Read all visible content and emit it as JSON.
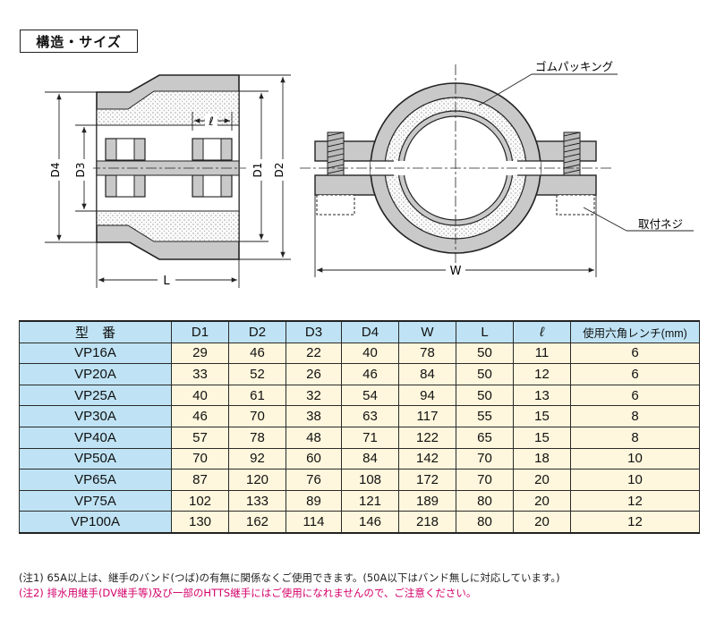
{
  "section": {
    "title": "構造・サイズ"
  },
  "diagram": {
    "dims_left": {
      "d4": "D4",
      "d3": "D3",
      "d1": "D1",
      "d2": "D2",
      "ell": "ℓ",
      "l": "L"
    },
    "labels_right": {
      "packing": "ゴムパッキング",
      "screw": "取付ネジ",
      "w": "W"
    }
  },
  "table": {
    "headers": [
      "型　番",
      "D1",
      "D2",
      "D3",
      "D4",
      "W",
      "L",
      "ℓ",
      "使用六角レンチ(mm)"
    ],
    "rows": [
      [
        "VP16A",
        "29",
        "46",
        "22",
        "40",
        "78",
        "50",
        "11",
        "6"
      ],
      [
        "VP20A",
        "33",
        "52",
        "26",
        "46",
        "84",
        "50",
        "12",
        "6"
      ],
      [
        "VP25A",
        "40",
        "61",
        "32",
        "54",
        "94",
        "50",
        "13",
        "6"
      ],
      [
        "VP30A",
        "46",
        "70",
        "38",
        "63",
        "117",
        "55",
        "15",
        "8"
      ],
      [
        "VP40A",
        "57",
        "78",
        "48",
        "71",
        "122",
        "65",
        "15",
        "8"
      ],
      [
        "VP50A",
        "70",
        "92",
        "60",
        "84",
        "142",
        "70",
        "18",
        "10"
      ],
      [
        "VP65A",
        "87",
        "120",
        "76",
        "108",
        "172",
        "70",
        "20",
        "10"
      ],
      [
        "VP75A",
        "102",
        "133",
        "89",
        "121",
        "189",
        "80",
        "20",
        "12"
      ],
      [
        "VP100A",
        "130",
        "162",
        "114",
        "146",
        "218",
        "80",
        "20",
        "12"
      ]
    ]
  },
  "notes": {
    "note1": "(注1) 65A以上は、継手のバンド(つば)の有無に関係なくご使用できます。(50A以下はバンド無しに対応しています。)",
    "note2": "(注2) 排水用継手(DV継手等)及び一部のHTTS継手にはご使用になれませんので、ご注意ください。"
  },
  "colors": {
    "header_bg": "#bfe3f4",
    "cell_bg": "#fff7dd",
    "body_fill": "#c9c9c9",
    "note2": "#d4006a"
  }
}
